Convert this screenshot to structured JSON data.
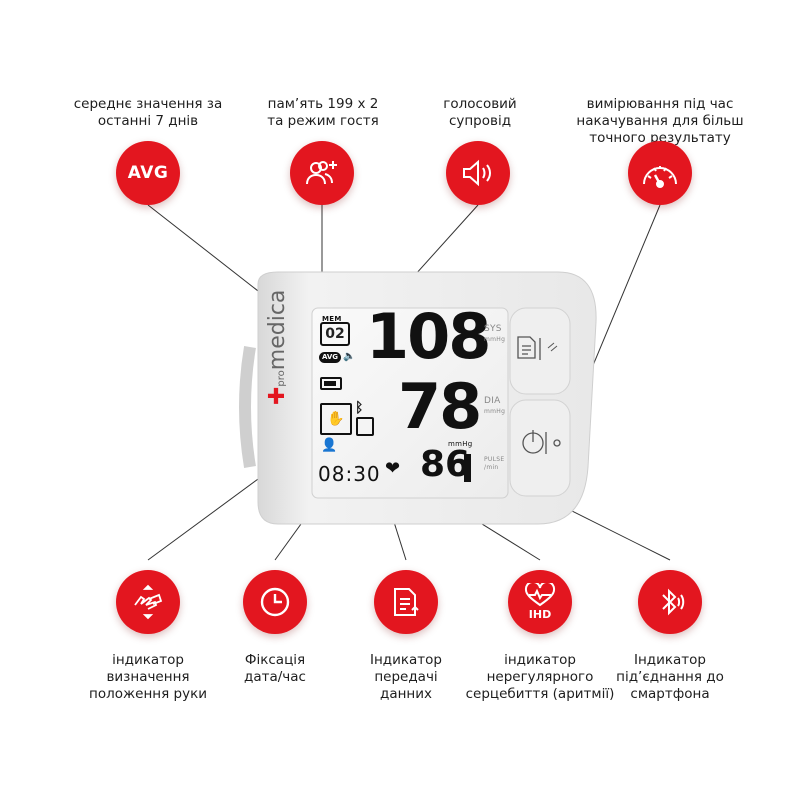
{
  "top_features": [
    {
      "label": "середнє значення за\nостанні 7 днів",
      "icon": "AVG",
      "icon_name": "avg-icon"
    },
    {
      "label": "пам’ять 199 х 2\nта режим гостя",
      "icon_name": "users-plus-icon"
    },
    {
      "label": "голосовий\nсупровід",
      "icon_name": "speaker-icon"
    },
    {
      "label": "вимірювання під час\nнакачування для більш\nточного результату",
      "icon_name": "gauge-icon"
    }
  ],
  "bottom_features": [
    {
      "label": "індикатор\nвизначення\nположення руки",
      "icon_name": "arm-position-icon"
    },
    {
      "label": "Фіксація\nдата/час",
      "icon_name": "clock-icon"
    },
    {
      "label": "Індикатор\nпередачі\nданних",
      "icon_name": "data-transfer-icon"
    },
    {
      "label": "індикатор\nнерегулярного\nсерцебиття (аритмії)",
      "icon_name": "heart-ihd-icon",
      "icon_text": "IHD"
    },
    {
      "label": "Індикатор\nпід’єднання до\nсмартфона",
      "icon_name": "bluetooth-icon"
    }
  ],
  "device": {
    "brand_pre": "pro",
    "brand": "medica",
    "lcd": {
      "mem_label": "MEM",
      "mem_value": "02",
      "avg_badge": "AVG",
      "sys": "108",
      "dia": "78",
      "pulse": "86",
      "unit": "mmHg",
      "time": "08:30"
    },
    "side_labels": {
      "sys": "SYS",
      "sys_unit": "mmHg",
      "dia": "DIA",
      "dia_unit": "mmHg",
      "pulse": "PULSE",
      "pulse_unit": "/min"
    }
  },
  "colors": {
    "accent": "#e3161f",
    "line": "#333333",
    "device_body": "#ececec",
    "lcd_bg": "#f4f4f4"
  }
}
